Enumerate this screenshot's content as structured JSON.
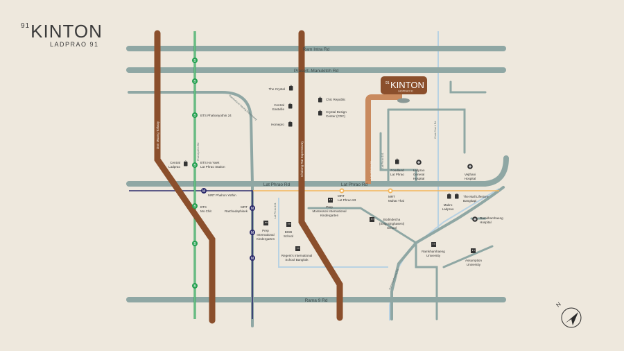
{
  "brand": {
    "superscript": "91",
    "name": "KINTON",
    "subtitle": "LADPRAO 91"
  },
  "badge": {
    "superscript": "91",
    "name": "KINTON",
    "subtitle": "LADPRAO 91"
  },
  "roads": {
    "ram_intra": "Ram Intra Rd",
    "prasert": "Prasert–Manukitch Rd",
    "lat_phrao_1": "Lat Phrao Rd",
    "lat_phrao_2": "Lat Phrao Rd",
    "rama9": "Rama 9 Rd",
    "lat_phrao_91": "Lat Phrao 91",
    "don_muang": "Don Muang Tollway",
    "chalong_rat": "Chalong Rat Expressway",
    "phaholyothin": "Phaholyothin Rd",
    "ramindra_exp": "Ramindra-At Narong Expressway",
    "lat_phrao_101": "Lat Phrao 101",
    "chok_chai": "Chok Chai 4 Rd",
    "lat_phrao_ext": "Lat Phrao 101",
    "ramkhamhaeng_rd": "Ramkhamhaeng Rd",
    "lat_phrao_103": "Lat Phrao 103"
  },
  "transit_badges": {
    "bts": "B",
    "mrt": "M"
  },
  "pois": {
    "the_crystal": "The Crystal",
    "chic_republic": "Chic Republic",
    "central_eastville_1": "Central",
    "central_eastville_2": "Eastville",
    "cdc_1": "Crystal Design",
    "cdc_2": "Center (CDC)",
    "homepro": "Homepro",
    "bts_phahon24": "BTS Phahonyothin 24",
    "central_ladprao_1": "Central",
    "central_ladprao_2": "Ladprao",
    "bts_haYaek_1": "BTS Ha Yaek",
    "bts_haYaek_2": "Lat Phrao Station",
    "mrt_phahon_1": "MRT Phahon Yothin",
    "bts_mochit_1": "BTS",
    "bts_mochit_2": "Mo Chit",
    "mrt_ratchada_1": "MRT",
    "mrt_ratchada_2": "Ratchadaphisek",
    "prep_intl_1": "Prep",
    "prep_intl_2": "International",
    "prep_intl_3": "Kindergarten",
    "bisb_1": "BISB",
    "bisb_2": "School",
    "regents_1": "Regent's International",
    "regents_2": "School Bangkok",
    "mrt_lp83_1": "MRT",
    "mrt_lp83_2": "Lat Phrao 83",
    "prep_mont_1": "Prep",
    "prep_mont_2": "Montessori International",
    "prep_mont_3": "Kindergarten",
    "bodin_1": "Bodindecha",
    "bodin_2": "(Sing Singhaseni)",
    "bodin_3": "School",
    "foodland_1": "Foodland",
    "foodland_2": "Lat Phrao",
    "ladprao_hosp_1": "Ladprao",
    "ladprao_hosp_2": "General",
    "ladprao_hosp_3": "Hospital",
    "vejthani_1": "Vejthani",
    "vejthani_2": "Hospital",
    "mrt_mahat_1": "MRT",
    "mrt_mahat_2": "Mahat Thai",
    "makro_1": "Makro",
    "makro_2": "Ladprao",
    "mall_1": "The Mall Lifestore",
    "mall_2": "Bangkapi",
    "ram_hosp_1": "Ramkhamhaeng",
    "ram_hosp_2": "Hospital",
    "ram_uni_1": "Ramkhamhaeng",
    "ram_uni_2": "University",
    "assumption_1": "Assumption",
    "assumption_2": "University"
  },
  "compass": {
    "label": "N"
  },
  "colors": {
    "background": "#eee8dd",
    "road": "#8fa7a4",
    "expressway": "#8b4f2c",
    "lat_phrao_91": "#c98a5e",
    "bts_line": "#25a050",
    "mrt_line": "#2b2a6b",
    "orange_line": "#f3b55a",
    "light_blue_road": "#b8d2e3",
    "badge": "#8b4f2c"
  }
}
